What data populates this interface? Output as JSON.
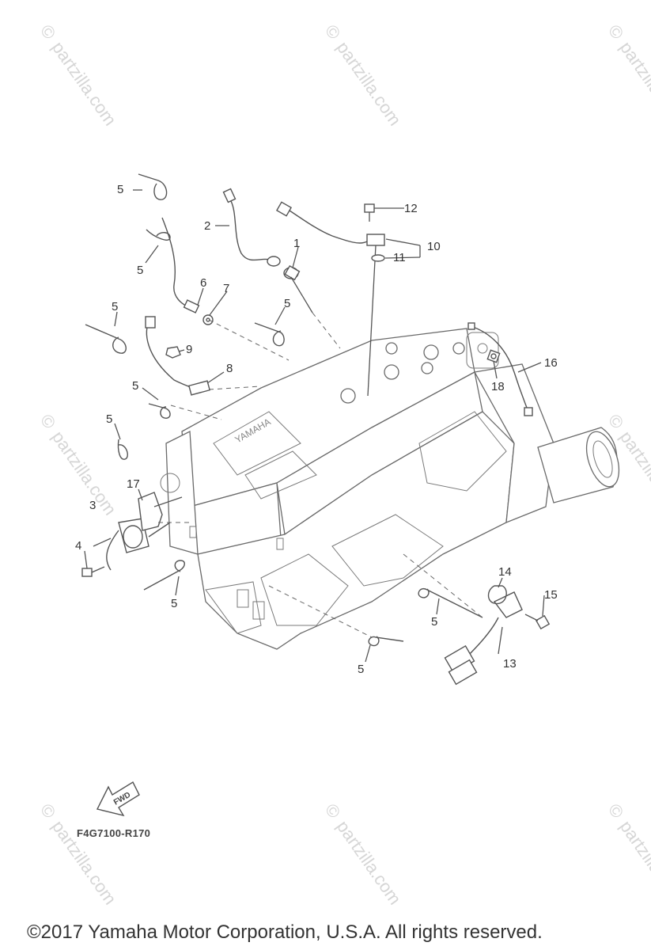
{
  "watermark": {
    "text": "partzilla.com",
    "symbol": "©"
  },
  "callouts": {
    "c1": "1",
    "c2": "2",
    "c3": "3",
    "c4": "4",
    "c5": "5",
    "c6": "6",
    "c7": "7",
    "c8": "8",
    "c9": "9",
    "c10": "10",
    "c11": "11",
    "c12": "12",
    "c13": "13",
    "c14": "14",
    "c15": "15",
    "c16": "16",
    "c17": "17",
    "c18": "18"
  },
  "fwd_label": "FWD",
  "ref_code": "F4G7100-R170",
  "copyright": "©2017  Yamaha Motor Corporation, U.S.A. All rights reserved."
}
